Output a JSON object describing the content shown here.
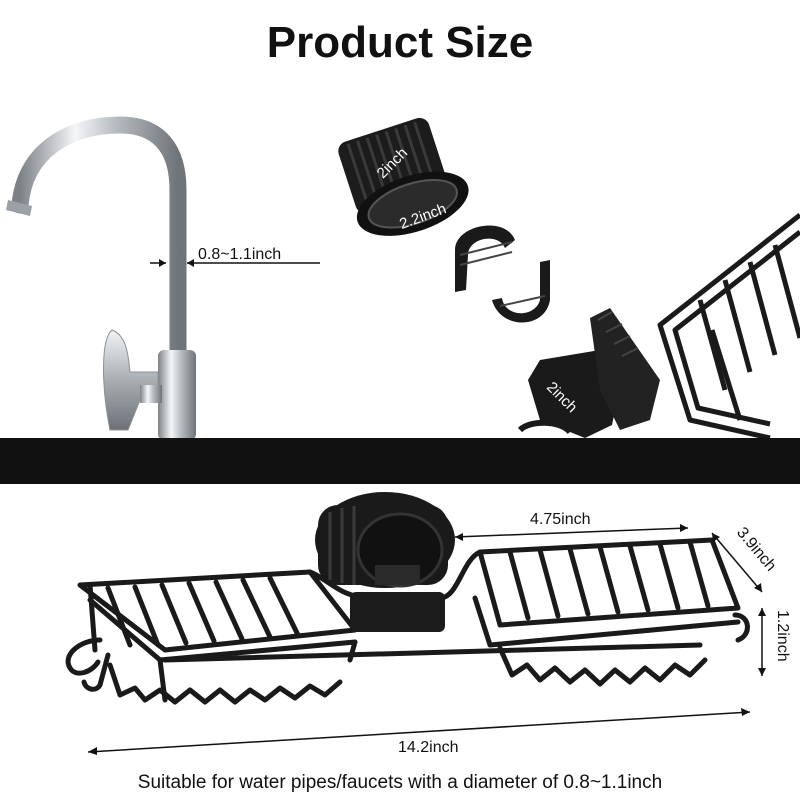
{
  "title": "Product Size",
  "labels": {
    "faucet_diameter": "0.8~1.1inch",
    "ring_height": "2inch",
    "ring_diameter": "2.2inch",
    "arm_width": "2inch",
    "basket_width": "4.75inch",
    "depth": "3.9inch",
    "height": "1.2inch",
    "total_length": "14.2inch"
  },
  "caption": "Suitable for water pipes/faucets with a diameter of 0.8~1.1inch",
  "colors": {
    "accent_bar": "#111111",
    "rack": "#1a1a1a",
    "chrome": "#c8ccd0"
  }
}
